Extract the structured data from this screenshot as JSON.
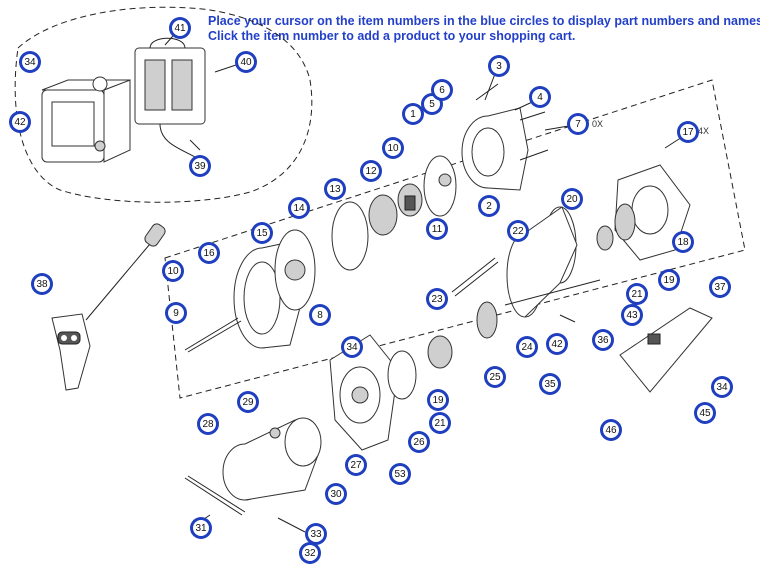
{
  "instructions": {
    "line1": "Place your cursor on the item numbers in the blue circles to display part numbers and names.",
    "line2": "Click the item number to add a product to your shopping cart."
  },
  "callout_color": "#1f3fbf",
  "callouts": [
    {
      "label": "1"
    },
    {
      "label": "2"
    },
    {
      "label": "3"
    },
    {
      "label": "4"
    },
    {
      "label": "5"
    },
    {
      "label": "6"
    },
    {
      "label": "7"
    },
    {
      "label": "8"
    },
    {
      "label": "9"
    },
    {
      "label": "10"
    },
    {
      "label": "10"
    },
    {
      "label": "11"
    },
    {
      "label": "12"
    },
    {
      "label": "13"
    },
    {
      "label": "14"
    },
    {
      "label": "15"
    },
    {
      "label": "16"
    },
    {
      "label": "17"
    },
    {
      "label": "18"
    },
    {
      "label": "19"
    },
    {
      "label": "19"
    },
    {
      "label": "20"
    },
    {
      "label": "21"
    },
    {
      "label": "21"
    },
    {
      "label": "22"
    },
    {
      "label": "23"
    },
    {
      "label": "24"
    },
    {
      "label": "25"
    },
    {
      "label": "26"
    },
    {
      "label": "27"
    },
    {
      "label": "28"
    },
    {
      "label": "29"
    },
    {
      "label": "30"
    },
    {
      "label": "31"
    },
    {
      "label": "32"
    },
    {
      "label": "33"
    },
    {
      "label": "34"
    },
    {
      "label": "34"
    },
    {
      "label": "34"
    },
    {
      "label": "35"
    },
    {
      "label": "36"
    },
    {
      "label": "37"
    },
    {
      "label": "38"
    },
    {
      "label": "39"
    },
    {
      "label": "40"
    },
    {
      "label": "41"
    },
    {
      "label": "42"
    },
    {
      "label": "42"
    },
    {
      "label": "43"
    },
    {
      "label": "45"
    },
    {
      "label": "46"
    },
    {
      "label": "53"
    }
  ],
  "quantities": {
    "item7": "0X",
    "item17": "4X"
  }
}
